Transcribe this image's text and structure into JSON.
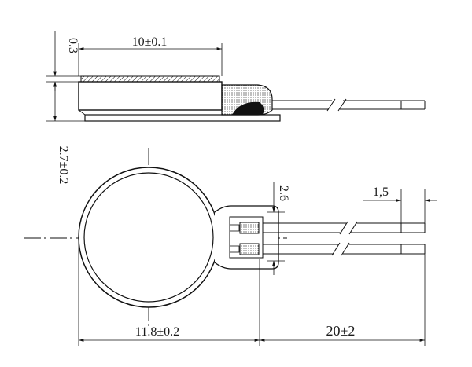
{
  "dimensions": {
    "top_width": "10±0.1",
    "thickness_top": "0.3",
    "thickness_total": "2.7±0.2",
    "tab_height": "2.6",
    "wire_strip": "1,5",
    "diameter": "11.8±0.2",
    "wire_length": "20±2"
  }
}
